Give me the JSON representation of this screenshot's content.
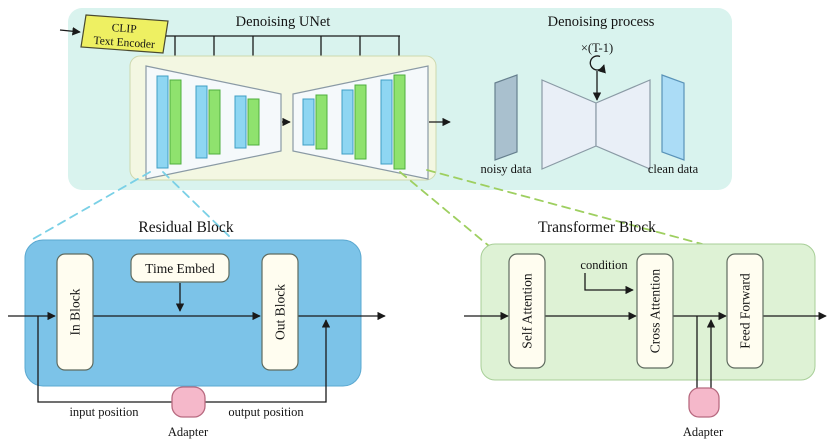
{
  "figure": {
    "top_panel": {
      "clip": {
        "line1": "CLIP",
        "line2": "Text Encoder"
      },
      "unet_title": "Denoising UNet",
      "process_title": "Denoising process",
      "loop_label": "×(T-1)",
      "noisy_label": "noisy data",
      "clean_label": "clean data"
    },
    "residual_block": {
      "title": "Residual Block",
      "in_block": "In Block",
      "time_embed": "Time Embed",
      "out_block": "Out Block",
      "input_position_label": "input position",
      "output_position_label": "output position",
      "adapter_label": "Adapter"
    },
    "transformer_block": {
      "title": "Transformer Block",
      "self_attention": "Self Attention",
      "condition_label": "condition",
      "cross_attention": "Cross Attention",
      "feed_forward": "Feed Forward",
      "adapter_label": "Adapter"
    }
  },
  "colors": {
    "panel_bg": "#d9f3ee",
    "unet_inner_bg": "#f3f7e2",
    "clip_fill": "#eef062",
    "trapezoid_fill": "#f5f9fb",
    "bar_blue": "#8ed6f2",
    "bar_green": "#8fe26e",
    "bowtie_fill": "#e9eff7",
    "noisy_fill": "#a9c0ce",
    "clean_fill": "#abdcf6",
    "residual_bg": "#7cc3e8",
    "transformer_bg": "#def2d5",
    "box_cream": "#fffdf0",
    "adapter_pink": "#f5b8ca",
    "dash_blue": "#7ad0e6",
    "dash_green": "#9ecf60"
  }
}
